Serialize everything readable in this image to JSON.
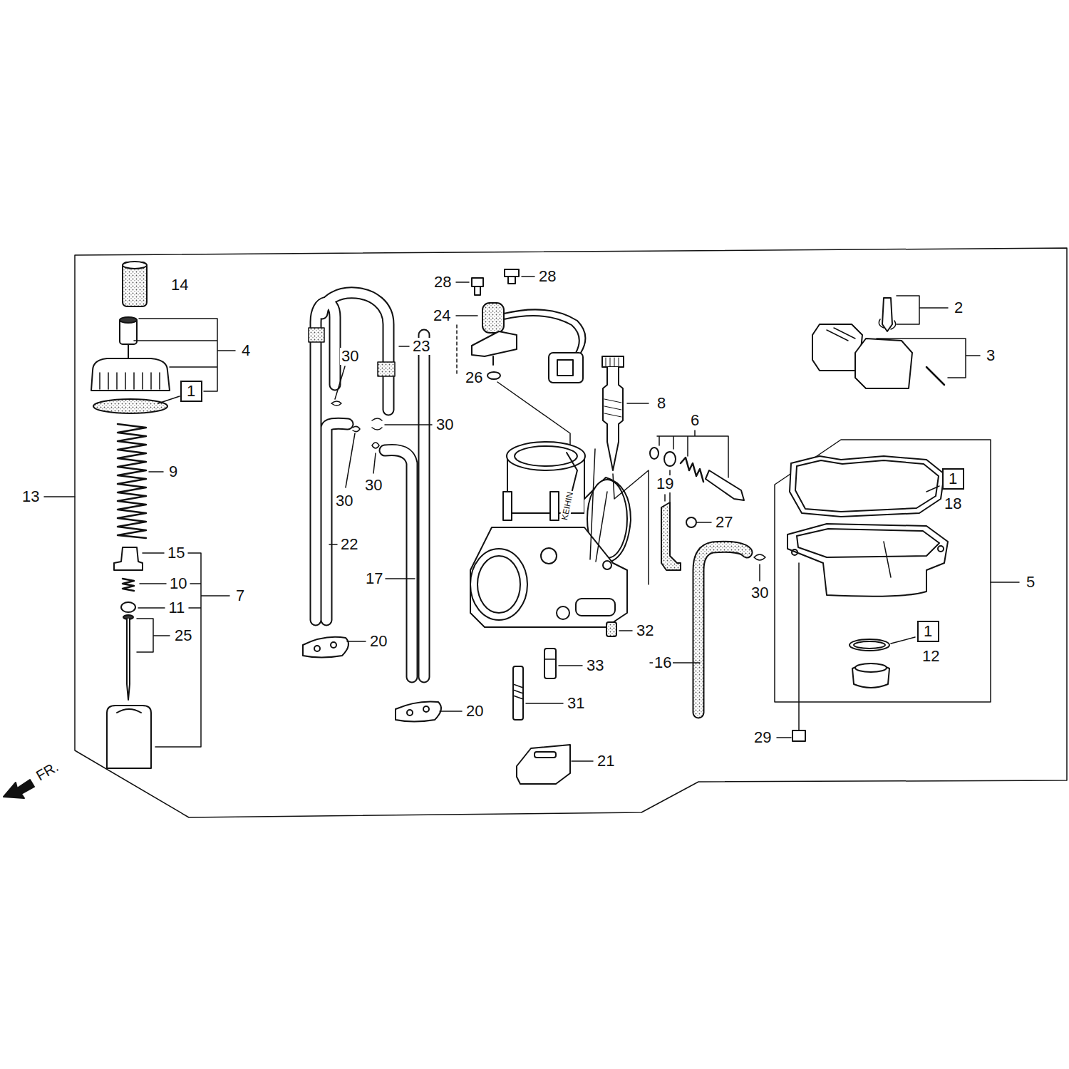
{
  "diagram": {
    "nodes": [
      {
        "text": [
          "1"
        ]
      },
      {
        "text": [
          "1"
        ]
      },
      {
        "text": [
          "1"
        ]
      }
    ],
    "labels": [
      "14",
      "4",
      "9",
      "13",
      "15",
      "10",
      "7",
      "11",
      "25",
      "30",
      "23",
      "30",
      "30",
      "30",
      "22",
      "17",
      "20",
      "20",
      "28",
      "28",
      "24",
      "26",
      "KEIHIN",
      "8",
      "6",
      "19",
      "27",
      "32",
      "33",
      "31",
      "21",
      "16",
      "30",
      "2",
      "3",
      "18",
      "5",
      "12",
      "29",
      "FR."
    ]
  }
}
